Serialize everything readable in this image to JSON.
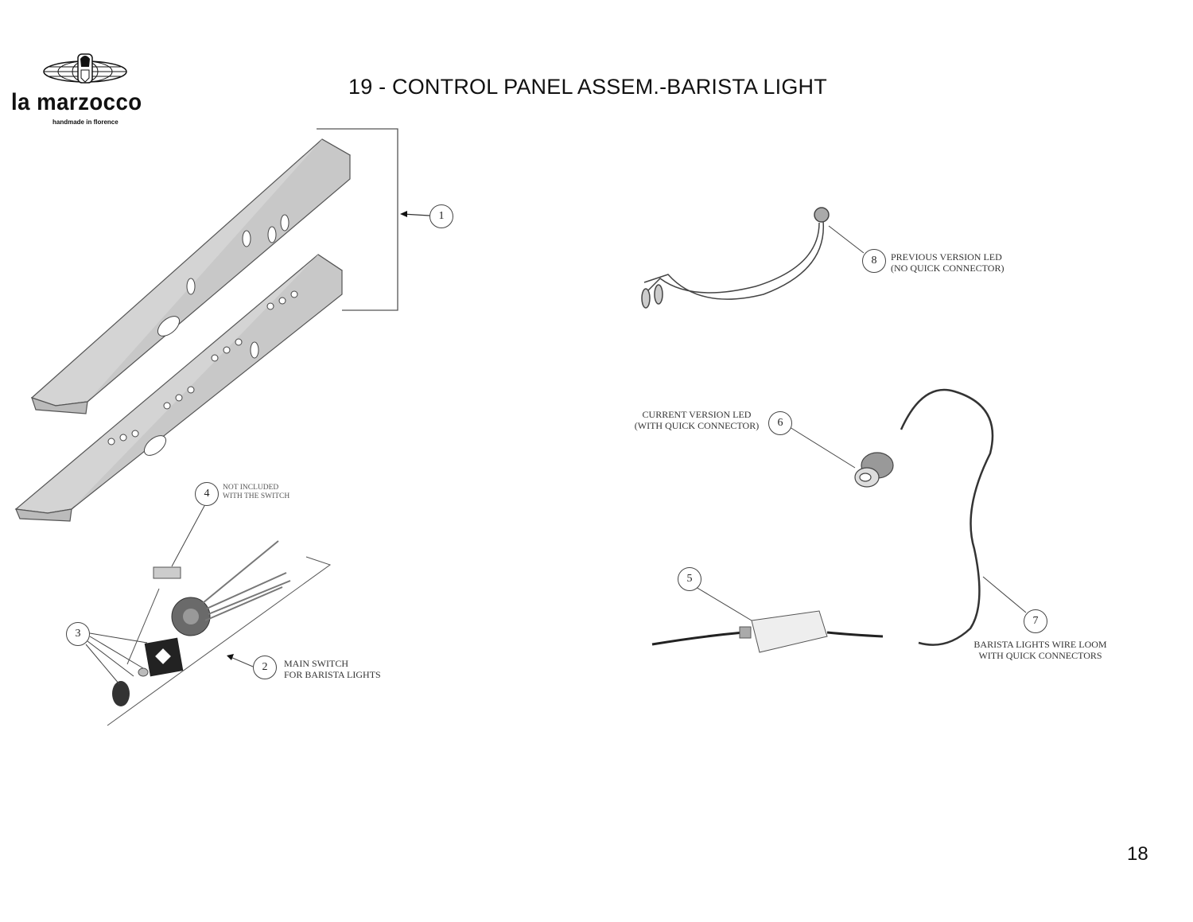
{
  "header": {
    "title": "19 - CONTROL PANEL ASSEM.-BARISTA LIGHT",
    "brand": "la marzocco",
    "tagline": "handmade in florence"
  },
  "parts": [
    {
      "number": "1",
      "label": ""
    },
    {
      "number": "2",
      "label_line1": "MAIN SWITCH",
      "label_line2": "FOR BARISTA LIGHTS"
    },
    {
      "number": "3",
      "label": ""
    },
    {
      "number": "4",
      "label_line1": "NOT INCLUDED",
      "label_line2": "WITH THE SWITCH"
    },
    {
      "number": "5",
      "label": ""
    },
    {
      "number": "6",
      "label_line1": "CURRENT VERSION LED",
      "label_line2": "(WITH QUICK CONNECTOR)"
    },
    {
      "number": "7",
      "label_line1": "BARISTA LIGHTS WIRE LOOM",
      "label_line2": "WITH QUICK CONNECTORS"
    },
    {
      "number": "8",
      "label_line1": "PREVIOUS VERSION LED",
      "label_line2": "(NO QUICK CONNECTOR)"
    }
  ],
  "footer": {
    "page_number": "18"
  }
}
